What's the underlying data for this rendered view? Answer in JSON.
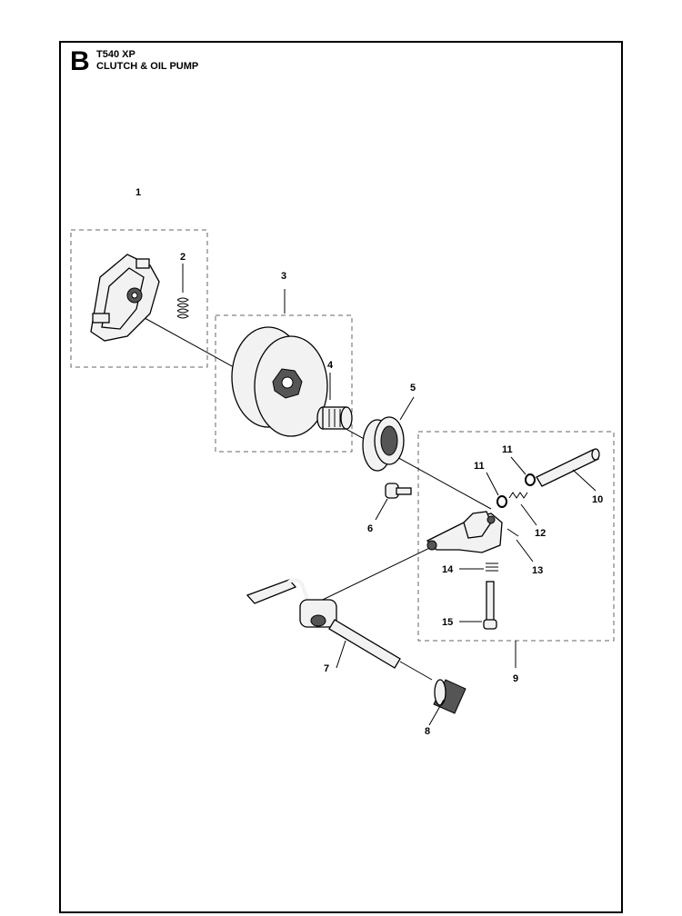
{
  "header": {
    "section_letter": "B",
    "model": "T540 XP",
    "title": "CLUTCH & OIL PUMP"
  },
  "callouts": [
    {
      "id": "c1",
      "label": "1"
    },
    {
      "id": "c2",
      "label": "2"
    },
    {
      "id": "c3",
      "label": "3"
    },
    {
      "id": "c4",
      "label": "4"
    },
    {
      "id": "c5",
      "label": "5"
    },
    {
      "id": "c6",
      "label": "6"
    },
    {
      "id": "c7",
      "label": "7"
    },
    {
      "id": "c8",
      "label": "8"
    },
    {
      "id": "c9",
      "label": "9"
    },
    {
      "id": "c10",
      "label": "10"
    },
    {
      "id": "c11a",
      "label": "11"
    },
    {
      "id": "c11b",
      "label": "11"
    },
    {
      "id": "c12",
      "label": "12"
    },
    {
      "id": "c13",
      "label": "13"
    },
    {
      "id": "c14",
      "label": "14"
    },
    {
      "id": "c15",
      "label": "15"
    }
  ]
}
